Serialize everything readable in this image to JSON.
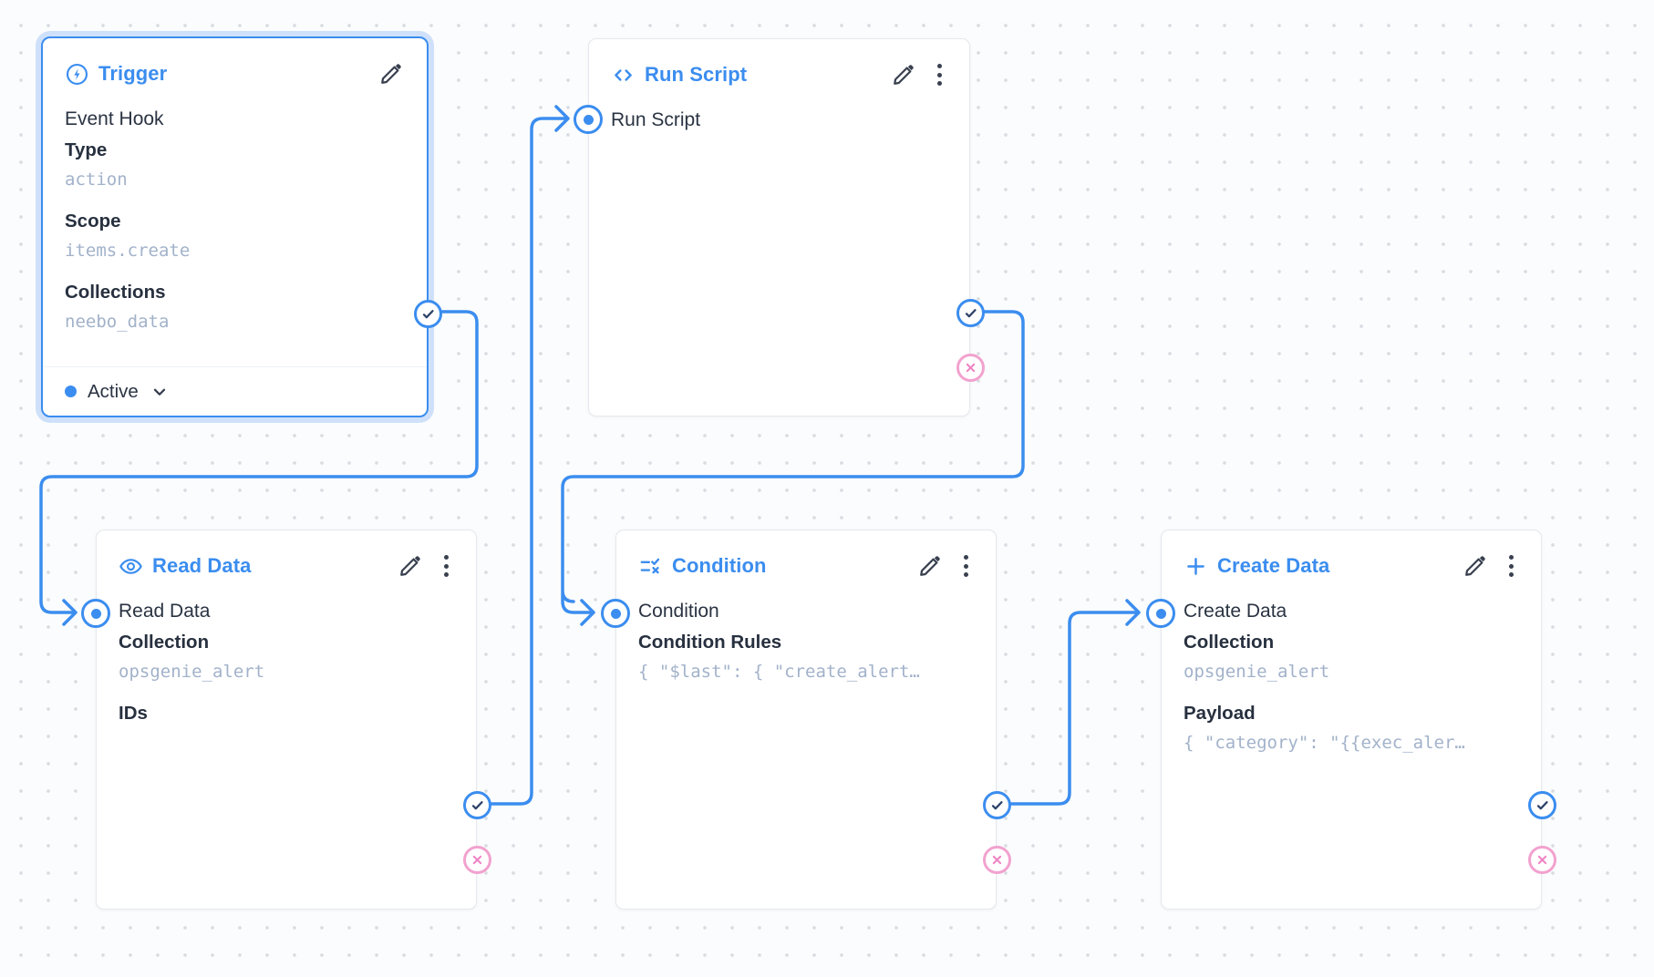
{
  "app": {
    "name": "Flow editor canvas"
  },
  "colors": {
    "accent_blue": "#3b8def",
    "halo_blue": "#cfe1fa",
    "reject_pink": "#f2a2cf",
    "reject_x": "#ee84c3",
    "check_mark": "#2e4369",
    "text_dark": "#293140",
    "mono_text": "#a2b2ca",
    "card_border": "#e5e8ed",
    "dot_grid": "#d9dde2",
    "icon_dark": "#39404f"
  },
  "nodes": {
    "trigger": {
      "title": "Trigger",
      "icon": "bolt-icon",
      "subtitle": "Event Hook",
      "type_label": "Type",
      "type_value": "action",
      "scope_label": "Scope",
      "scope_value": "items.create",
      "collections_label": "Collections",
      "collections_value": "neebo_data",
      "status_label": "Active"
    },
    "run_script": {
      "title": "Run Script",
      "icon": "code-icon",
      "input_label": "Run Script"
    },
    "read_data": {
      "title": "Read Data",
      "icon": "eye-icon",
      "input_label": "Read Data",
      "collection_label": "Collection",
      "collection_value": "opsgenie_alert",
      "ids_label": "IDs"
    },
    "condition": {
      "title": "Condition",
      "icon": "rule-icon",
      "input_label": "Condition",
      "rules_label": "Condition Rules",
      "rules_value": "{ \"$last\": { \"create_alert…"
    },
    "create_data": {
      "title": "Create Data",
      "icon": "plus-icon",
      "input_label": "Create Data",
      "collection_label": "Collection",
      "collection_value": "opsgenie_alert",
      "payload_label": "Payload",
      "payload_value": "{ \"category\": \"{{exec_aler…"
    }
  }
}
